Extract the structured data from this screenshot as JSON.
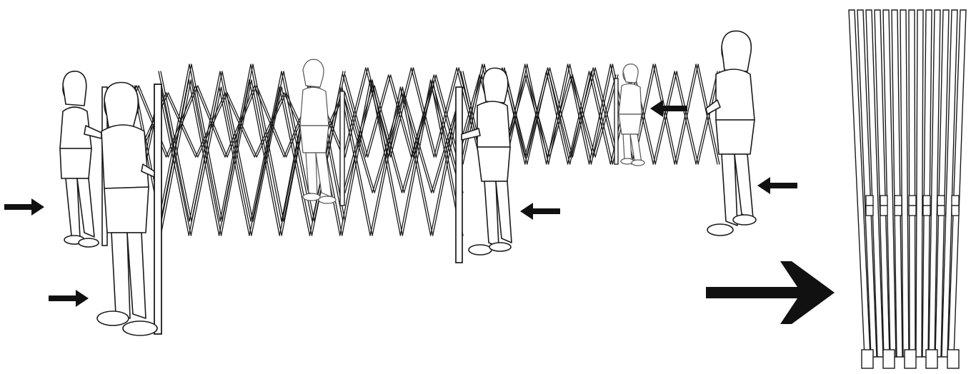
{
  "diagram": {
    "description_kind": "canopy-frame-folding-instructions",
    "colors": {
      "line": "#1a1a1a",
      "arrow": "#111111",
      "background": "#ffffff"
    },
    "persons": [
      "person-back-left",
      "person-front-left",
      "person-back-middle",
      "person-front-middle",
      "person-back-right",
      "person-front-right"
    ],
    "arrows": [
      "arrow-right-upper-left",
      "arrow-right-lower-left",
      "arrow-left-middle",
      "arrow-left-upper-right",
      "arrow-left-lower-right",
      "arrow-large-right"
    ]
  }
}
